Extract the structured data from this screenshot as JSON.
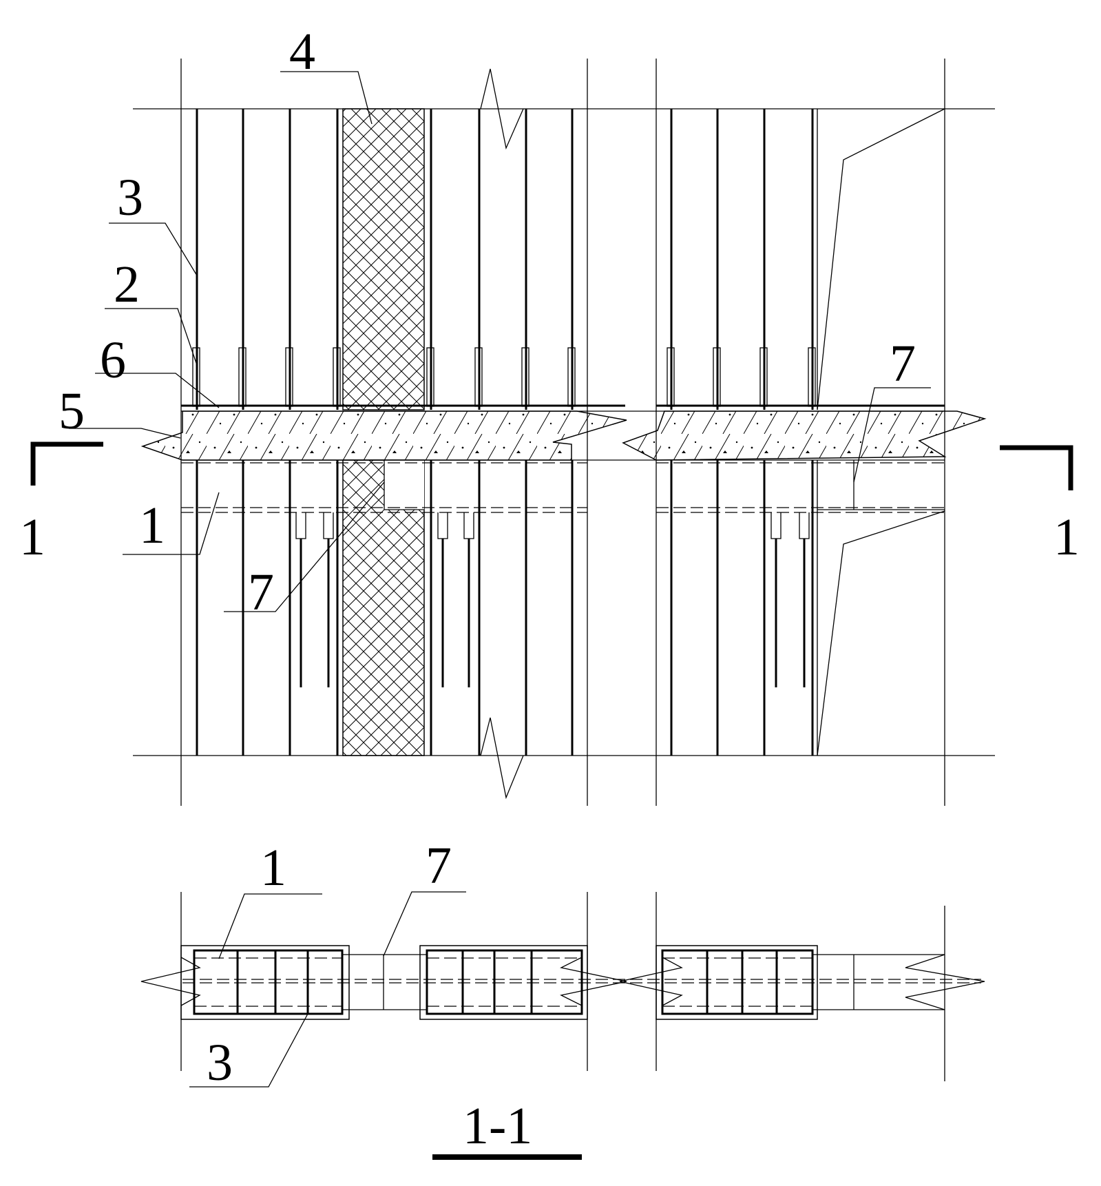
{
  "labels": {
    "one": "1",
    "two": "2",
    "three": "3",
    "four": "4",
    "five": "5",
    "six": "6",
    "seven": "7"
  },
  "section_marker": "1",
  "section_title": "1-1"
}
